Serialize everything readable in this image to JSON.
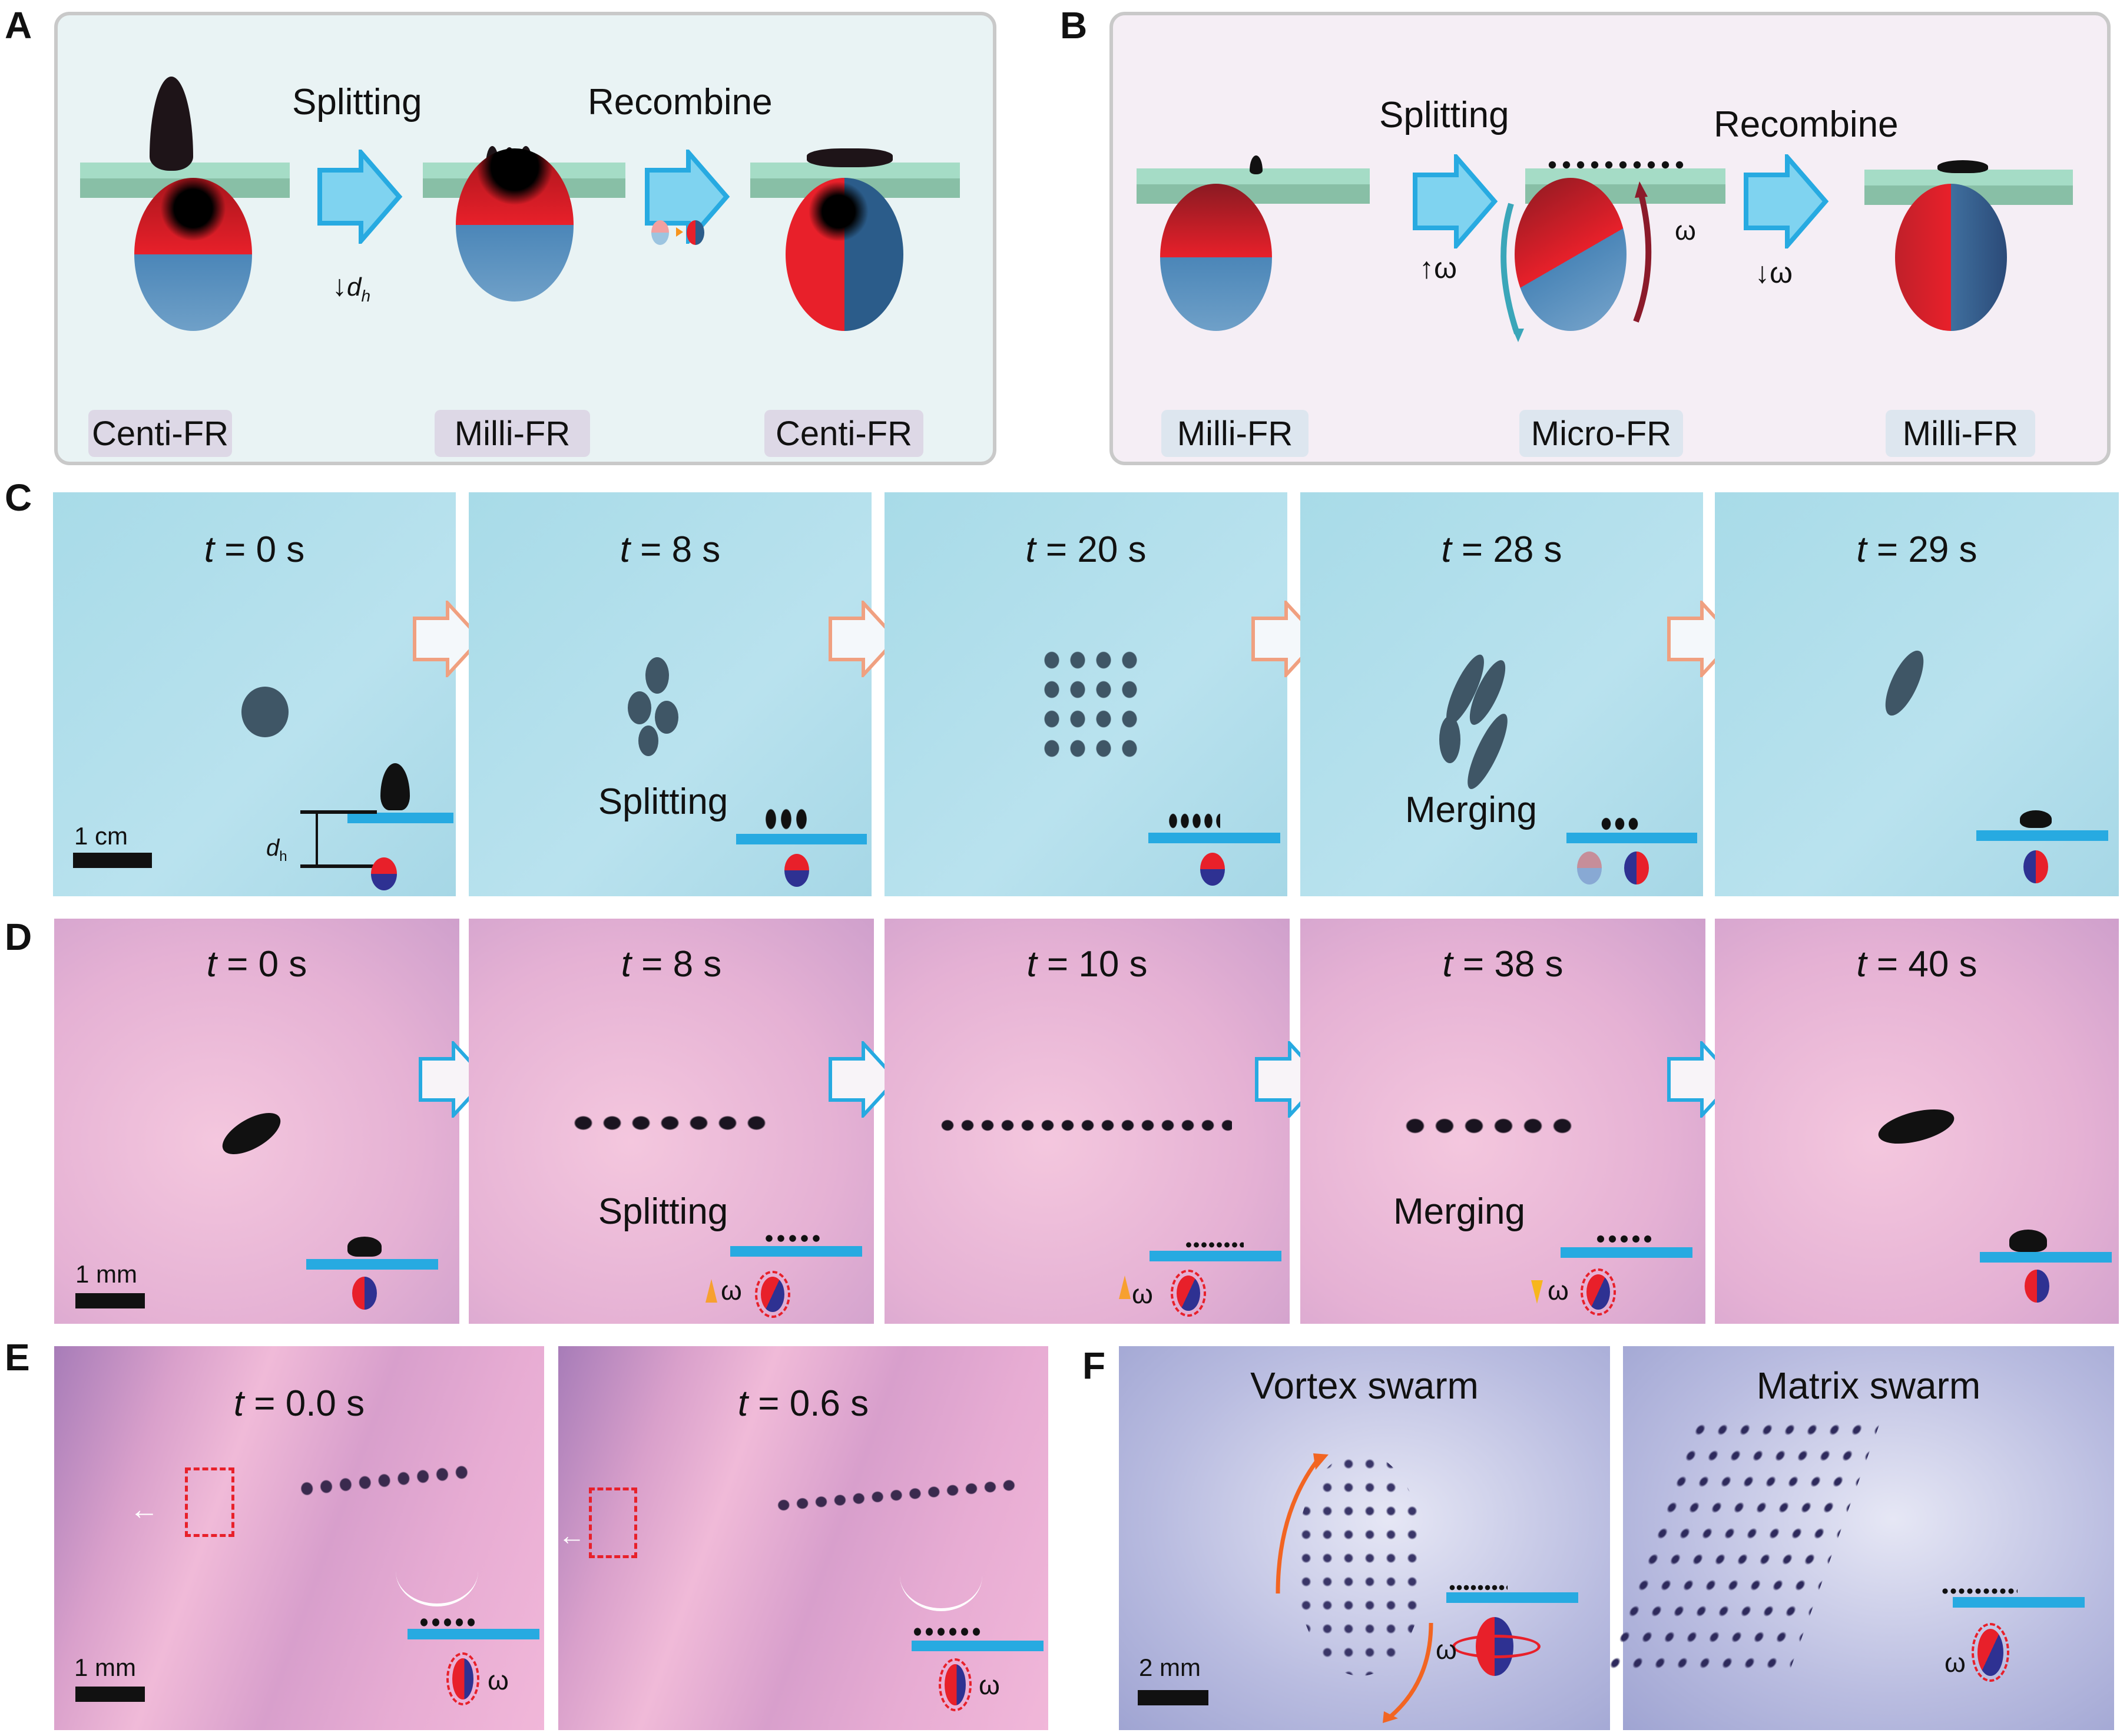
{
  "panels": {
    "A": {
      "label": "A",
      "steps": [
        "Splitting",
        "Recombine"
      ],
      "arrow_annotation": "d",
      "arrow_annotation_sub": "h",
      "states": [
        "Centi-FR",
        "Milli-FR",
        "Centi-FR"
      ]
    },
    "B": {
      "label": "B",
      "steps": [
        "Splitting",
        "Recombine"
      ],
      "omega_up": "ω",
      "omega_down": "ω",
      "omega_rotation": "ω",
      "states": [
        "Milli-FR",
        "Micro-FR",
        "Milli-FR"
      ]
    },
    "C": {
      "label": "C",
      "frames": [
        {
          "t_var": "t",
          "t_value": "= 0 s",
          "caption": ""
        },
        {
          "t_var": "t",
          "t_value": "= 8 s",
          "caption": "Splitting"
        },
        {
          "t_var": "t",
          "t_value": "= 20 s",
          "caption": ""
        },
        {
          "t_var": "t",
          "t_value": "= 28 s",
          "caption": "Merging"
        },
        {
          "t_var": "t",
          "t_value": "= 29 s",
          "caption": ""
        }
      ],
      "scale_bar": "1 cm",
      "dh_label": "d",
      "dh_sub": "h"
    },
    "D": {
      "label": "D",
      "frames": [
        {
          "t_var": "t",
          "t_value": "= 0 s",
          "caption": ""
        },
        {
          "t_var": "t",
          "t_value": "= 8 s",
          "caption": "Splitting"
        },
        {
          "t_var": "t",
          "t_value": "= 10 s",
          "caption": ""
        },
        {
          "t_var": "t",
          "t_value": "= 38 s",
          "caption": "Merging"
        },
        {
          "t_var": "t",
          "t_value": "= 40 s",
          "caption": ""
        }
      ],
      "scale_bar": "1 mm",
      "omega": "ω"
    },
    "E": {
      "label": "E",
      "frames": [
        {
          "t_var": "t",
          "t_value": "= 0.0 s"
        },
        {
          "t_var": "t",
          "t_value": "= 0.6 s"
        }
      ],
      "scale_bar": "1 mm",
      "omega": "ω"
    },
    "F": {
      "label": "F",
      "frames": [
        {
          "title": "Vortex swarm"
        },
        {
          "title": "Matrix swarm"
        }
      ],
      "scale_bar": "2 mm",
      "omega": "ω"
    }
  },
  "colors": {
    "magnet_red": "#e8202a",
    "magnet_blue": "#2e3192",
    "substrate_blue": "#27aae1",
    "arrow_blue": "#27aae1",
    "arrow_orange": "#f0a080"
  }
}
